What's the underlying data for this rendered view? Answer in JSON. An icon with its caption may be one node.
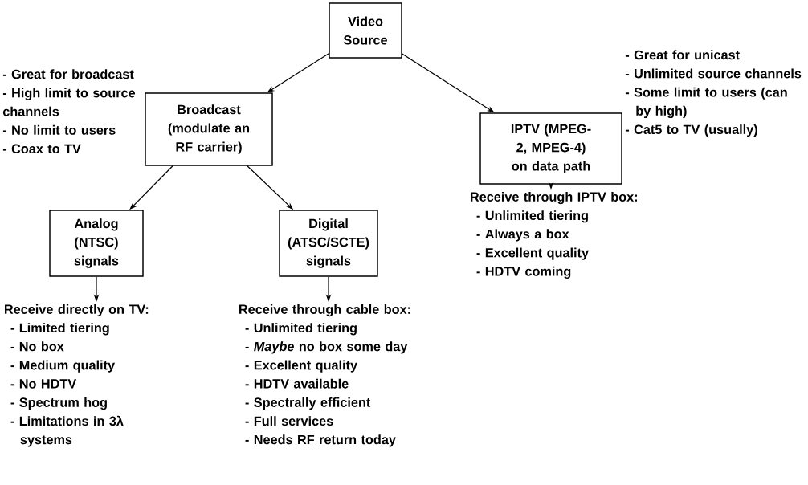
{
  "diagram": {
    "nodes": [
      {
        "text": [
          "Video Source"
        ]
      },
      {
        "text": [
          "Broadcast (modulate an RF carrier)"
        ],
        "beside": [
          "- Great for broadcast",
          "- High limit to source channels",
          "- No limit to users",
          "- Coax to TV"
        ]
      },
      {
        "text": [
          "IPTV (MPEG-2, MPEG-4) on data path"
        ],
        "beside": [
          "- Great for unicast",
          "- Unlimited source channels",
          "- Some limit to users (can by high)",
          "- Cat5 to TV (usually)"
        ]
      },
      {
        "text": [
          "Analog (NTSC) signals"
        ]
      },
      {
        "text": [
          "Digital (ATSC/SCTE) signals"
        ]
      },
      {
        "text": [
          "Receive directly on TV:",
          "- Limited tiering",
          "- No box",
          "- Medium quality",
          "- No HDTV",
          "- Spectrum hog",
          "- Limitations in 3λ systems"
        ]
      },
      {
        "text": [
          "Receive through cable box:",
          "- Unlimited tiering",
          "- *Maybe* no box some day",
          "- Excellent quality",
          "- HDTV available",
          "- Spectrally efficient",
          "- Full services",
          "- Needs RF return today"
        ]
      },
      {
        "text": [
          "Receive through IPTV box:",
          "- Unlimited tiering",
          "- Always a box",
          "- Excellent quality",
          "- HDTV coming"
        ]
      }
    ],
    "edges": [
      {
        "from": 0,
        "to": 1,
        "arrow": "to"
      },
      {
        "from": 0,
        "to": 2,
        "arrow": "to"
      },
      {
        "from": 1,
        "to": 3,
        "arrow": "to"
      },
      {
        "from": 1,
        "to": 4,
        "arrow": "to"
      },
      {
        "from": 3,
        "to": 5,
        "arrow": "to"
      },
      {
        "from": 4,
        "to": 6,
        "arrow": "to"
      },
      {
        "from": 2,
        "to": 7,
        "arrow": "to"
      }
    ]
  }
}
